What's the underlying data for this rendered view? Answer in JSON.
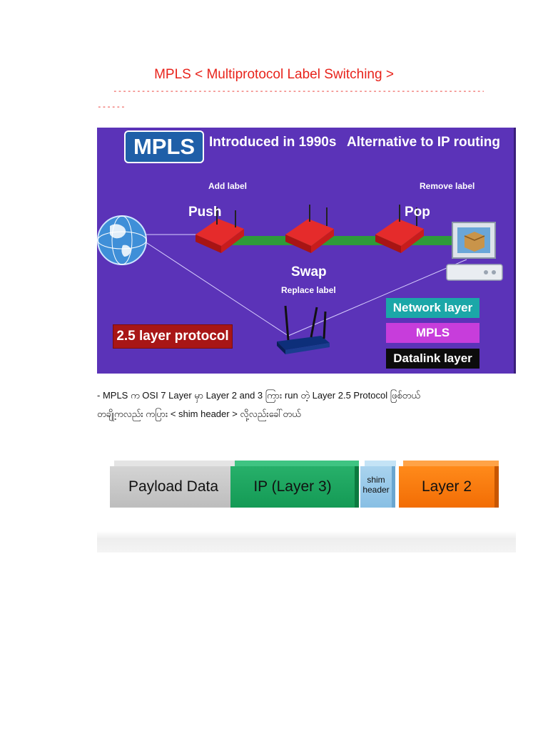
{
  "title": "MPLS < Multiprotocol Label Switching >",
  "divider_line1": "-----------------------------------------------------------------------------------------------------------------------------------",
  "divider_line2": "-------",
  "slide": {
    "badge": "MPLS",
    "introduced": "Introduced in 1990s",
    "alternative": "Alternative to IP routing",
    "add_label": "Add label",
    "remove_label": "Remove label",
    "push": "Push",
    "pop": "Pop",
    "swap": "Swap",
    "replace_label": "Replace label",
    "protocol_box": "2.5 layer protocol",
    "layers": [
      "Network layer",
      "MPLS",
      "Datalink layer"
    ],
    "colors": {
      "background": "#5b33b8",
      "router": "#d81e1e",
      "link": "#2e9a3a",
      "network_layer": "#1ba7a8",
      "mpls": "#c73ddb",
      "datalink": "#0c0c0c",
      "protocol_box": "#a81616"
    }
  },
  "paragraph": {
    "line1": "- MPLS က  OSI 7 Layer မှာ    Layer 2 and 3 ကြား run တဲ့  Layer 2.5 Protocol ဖြစ်တယ်",
    "line2": "တချို့ကလည်း ကပြား < shim header > လို့လည်းခေါ်တယ်"
  },
  "header_stack": {
    "payload": "Payload Data",
    "ip": "IP (Layer 3)",
    "shim_line1": "shim",
    "shim_line2": "header",
    "layer2": "Layer 2"
  }
}
